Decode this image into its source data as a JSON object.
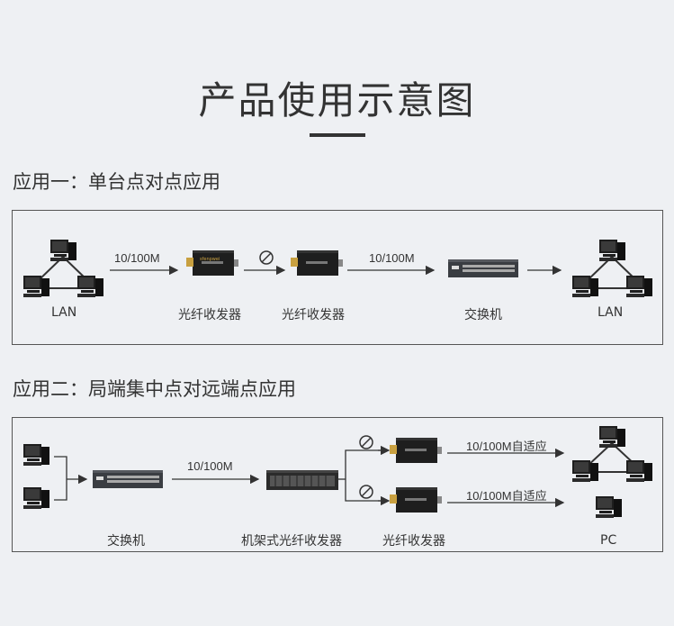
{
  "title": "产品使用示意图",
  "app1": {
    "heading": "应用一：单台点对点应用",
    "lan_left": "LAN",
    "lan_right": "LAN",
    "speed1": "10/100M",
    "speed2": "10/100M",
    "transceiver1": "光纤收发器",
    "transceiver2": "光纤收发器",
    "switch": "交换机",
    "device_brand": "sfenpwei"
  },
  "app2": {
    "heading": "应用二：局端集中点对远端点应用",
    "switch": "交换机",
    "speed_main": "10/100M",
    "rack": "机架式光纤收发器",
    "transceiver": "光纤收发器",
    "speed_auto1": "10/100M自适应",
    "speed_auto2": "10/100M自适应",
    "pc": "PC"
  },
  "colors": {
    "background": "#eef0f3",
    "text": "#333333",
    "device": "#1e1e1e",
    "accent": "#c8a040"
  }
}
